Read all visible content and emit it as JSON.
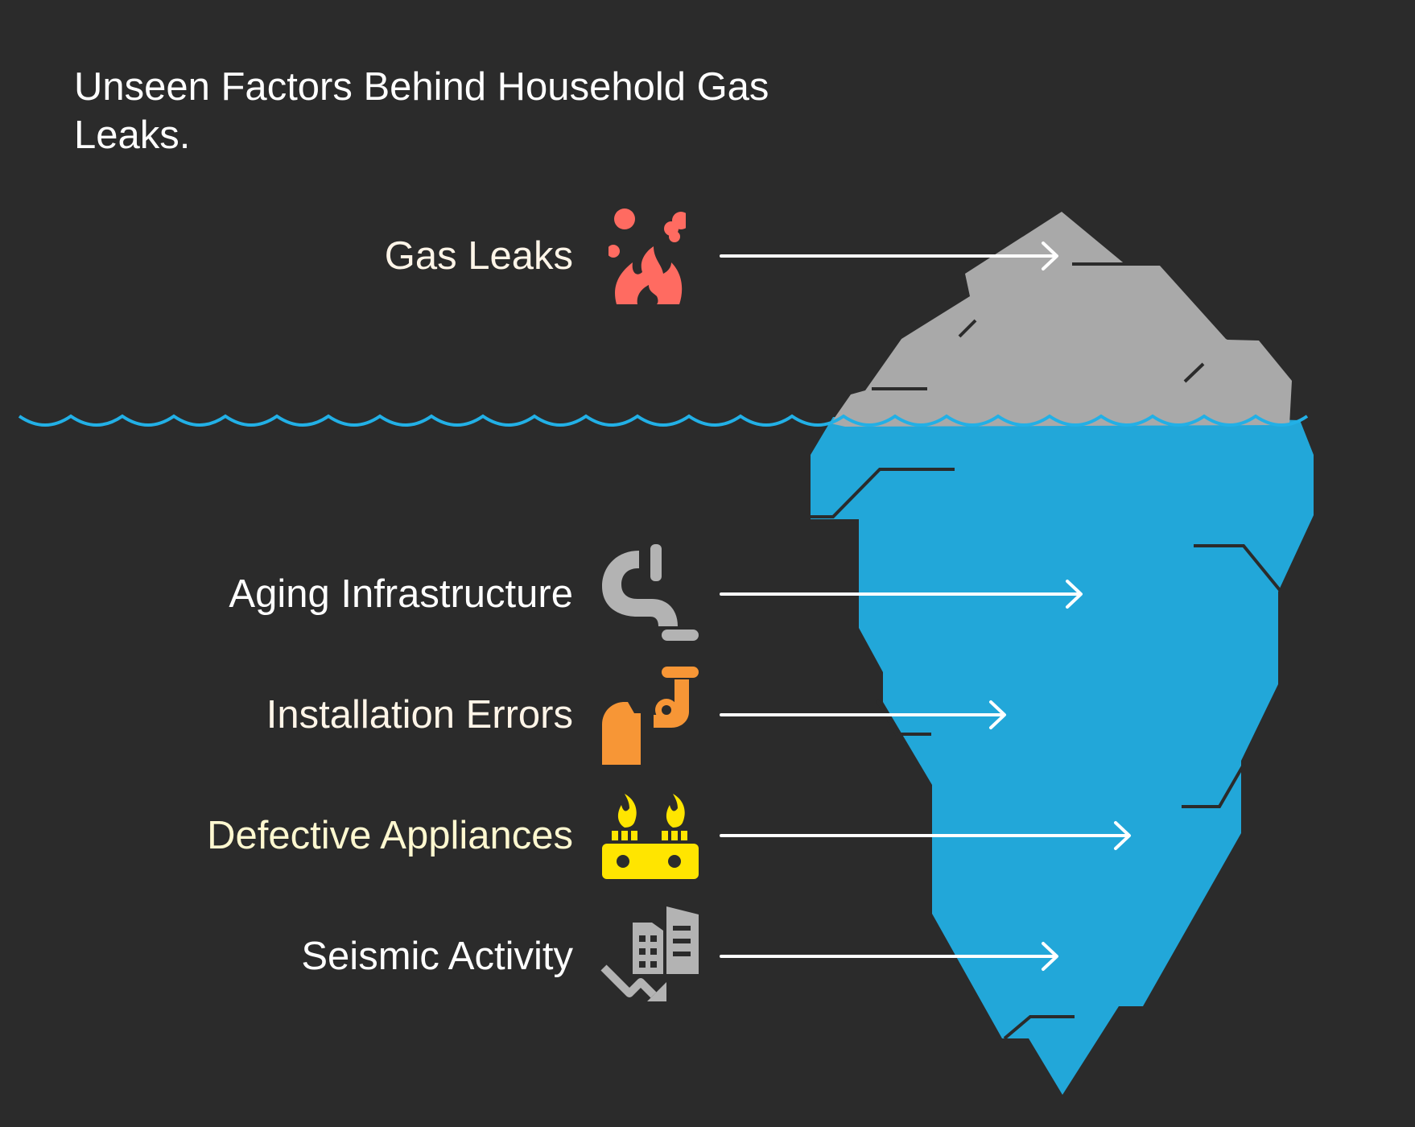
{
  "title": "Unseen Factors Behind Household Gas Leaks.",
  "colors": {
    "background": "#2b2b2b",
    "iceberg_above": "#a9a9a9",
    "iceberg_below": "#22a7d9",
    "waterline": "#22b0e6",
    "arrow": "#ffffff"
  },
  "above_water": {
    "label": "Gas Leaks",
    "icon": "gas-leak-fire-icon",
    "color": "#ff6b61"
  },
  "below_water": [
    {
      "label": "Aging Infrastructure",
      "icon": "pipe-icon",
      "color": "#b3b3b3"
    },
    {
      "label": "Installation Errors",
      "icon": "worker-installing-pipe-icon",
      "color": "#f79636"
    },
    {
      "label": "Defective Appliances",
      "icon": "gas-stove-icon",
      "color": "#ffe500"
    },
    {
      "label": "Seismic Activity",
      "icon": "building-collapse-icon",
      "color": "#b3b3b3"
    }
  ]
}
